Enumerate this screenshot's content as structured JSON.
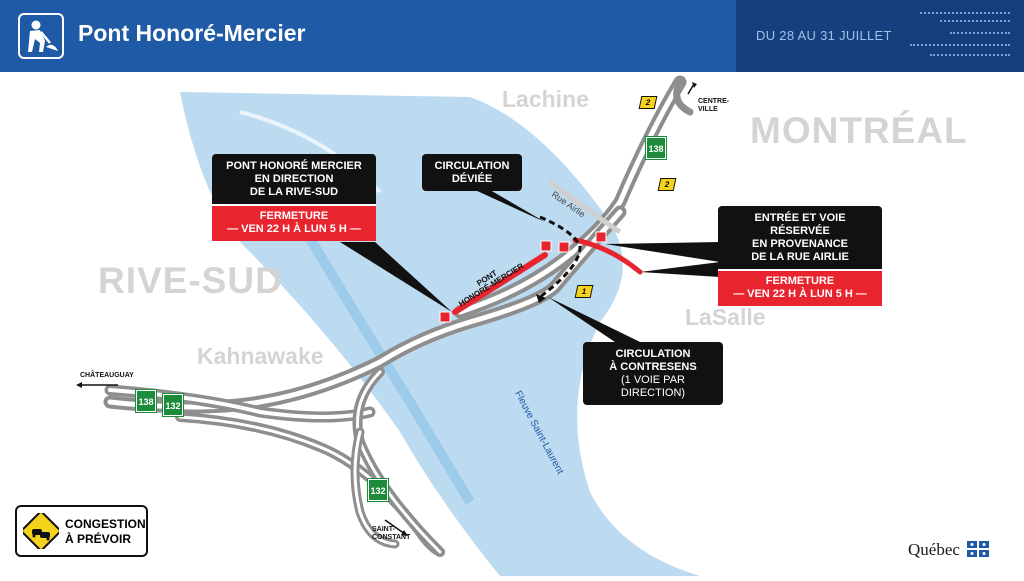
{
  "header": {
    "title": "Pont Honoré-Mercier",
    "dates": "DU 28 AU 31 JUILLET"
  },
  "places": {
    "lachine": "Lachine",
    "montreal": "MONTRÉAL",
    "rive_sud": "RIVE-SUD",
    "lasalle": "LaSalle",
    "kahnawake": "Kahnawake",
    "centre_ville": "CENTRE-\nVILLE",
    "chateauguay": "CHÂTEAUGUAY",
    "saint_constant": "SAINT-\nCONSTANT",
    "rue_airlie": "Rue Airlie",
    "river": "Fleuve Saint-Laurent",
    "bridge": "PONT\nHONORÉ-MERCIER"
  },
  "routes": {
    "r138_north": "138",
    "r138_west": "138",
    "r132_west": "132",
    "r132_south": "132",
    "exit_2_top": "2",
    "exit_2_mid": "2",
    "exit_1": "1"
  },
  "callouts": {
    "bridge_south": {
      "line1": "PONT HONORÉ MERCIER",
      "line2": "EN DIRECTION",
      "line3": "DE LA RIVE-SUD",
      "closure": "FERMETURE",
      "hours": "— VEN 22 H À LUN 5 H —"
    },
    "deviated": {
      "line1": "CIRCULATION",
      "line2": "DÉVIÉE"
    },
    "airlie": {
      "line1": "ENTRÉE ET VOIE RÉSERVÉE",
      "line2": "EN PROVENANCE",
      "line3": "DE LA RUE AIRLIE",
      "closure": "FERMETURE",
      "hours": "— VEN 22 H À LUN 5 H —"
    },
    "contraflow": {
      "line1": "CIRCULATION",
      "line2": "À CONTRESENS",
      "line3": "(1 VOIE PAR DIRECTION)"
    }
  },
  "legend": {
    "line1": "CONGESTION",
    "line2": "À PRÉVOIR"
  },
  "logo": "Québec",
  "colors": {
    "header_blue": "#1e5aa6",
    "header_dark": "#163f7d",
    "water": "#bcdaf0",
    "closure_red": "#e8242e",
    "road_gray": "#8e8e8e",
    "route_green": "#1c8c3a",
    "exit_yellow": "#f5d21b"
  }
}
